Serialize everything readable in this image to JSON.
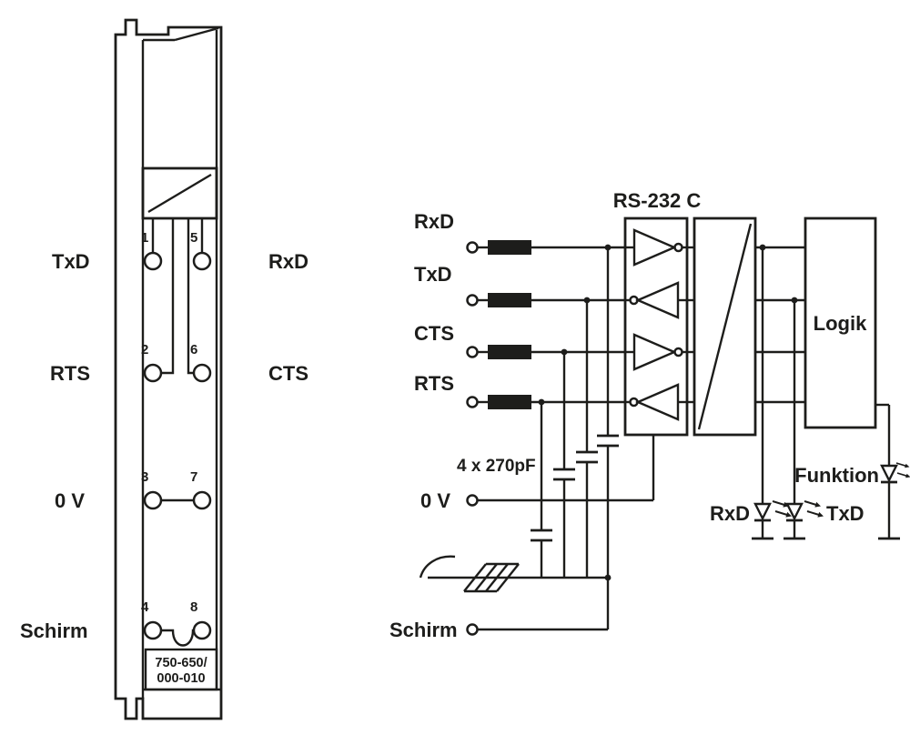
{
  "colors": {
    "ink": "#1d1d1b",
    "background": "#ffffff"
  },
  "module": {
    "rows": [
      {
        "left_pin": "1",
        "right_pin": "5",
        "left_label": "TxD",
        "right_label": "RxD"
      },
      {
        "left_pin": "2",
        "right_pin": "6",
        "left_label": "RTS",
        "right_label": "CTS"
      },
      {
        "left_pin": "3",
        "right_pin": "7",
        "left_label": "0 V",
        "right_label": ""
      },
      {
        "left_pin": "4",
        "right_pin": "8",
        "left_label": "Schirm",
        "right_label": ""
      }
    ],
    "part_number": [
      "750-650/",
      "000-010"
    ]
  },
  "circuit": {
    "signal_labels": [
      "RxD",
      "TxD",
      "CTS",
      "RTS"
    ],
    "transceiver_title": "RS-232 C",
    "logic_label": "Logik",
    "capacitors_label": "4 x 270pF",
    "zero_volt_label": "0 V",
    "shield_label": "Schirm",
    "led_labels": {
      "receive": "RxD",
      "transmit": "TxD",
      "function": "Funktion"
    }
  },
  "symbols": {
    "galvanic_isolation": "box-with-diagonal-slash",
    "earth": "arc-symbol",
    "din_rail": "hatched-rail-symbol",
    "led": "diode-triangle-with-emission-arrows"
  }
}
